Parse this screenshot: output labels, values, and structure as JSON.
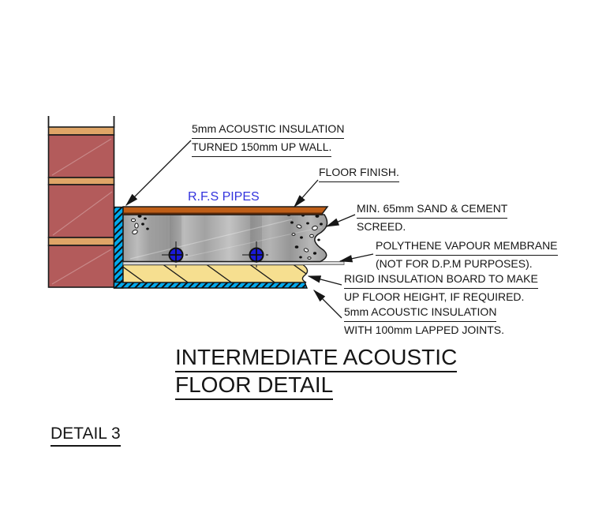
{
  "drawing": {
    "title": {
      "line1": "INTERMEDIATE ACOUSTIC",
      "line2": "FLOOR DETAIL"
    },
    "detail_label": "DETAIL 3",
    "labels": {
      "rfs_pipes": "R.F.S PIPES",
      "insulation_wall": {
        "line1": "5mm ACOUSTIC INSULATION",
        "line2": "TURNED 150mm UP WALL."
      },
      "floor_finish": "FLOOR FINISH.",
      "screed": {
        "line1": "MIN. 65mm SAND & CEMENT",
        "line2": "SCREED."
      },
      "membrane": {
        "line1": "POLYTHENE VAPOUR MEMBRANE",
        "line2": "(NOT FOR D.P.M PURPOSES)."
      },
      "rigid_board": {
        "line1": "RIGID INSULATION BOARD TO MAKE",
        "line2": "UP FLOOR HEIGHT, IF REQUIRED."
      },
      "insulation_joints": {
        "line1": "5mm ACOUSTIC INSULATION",
        "line2": "WITH 100mm LAPPED JOINTS."
      }
    },
    "colors": {
      "wall_brick": "#b35b5b",
      "wall_band": "#dfa567",
      "insulation_cyan": "#00aaee",
      "screed_gray": "#a8a8a8",
      "finish_orange": "#bf5e17",
      "finish_underside": "#56280a",
      "board_yellow": "#f6df90",
      "membrane_gray": "#d9d9d9",
      "pipe_blue": "#1a1ad8",
      "pipes_label_blue": "#3333dd",
      "line_black": "#1a1a1a"
    }
  }
}
